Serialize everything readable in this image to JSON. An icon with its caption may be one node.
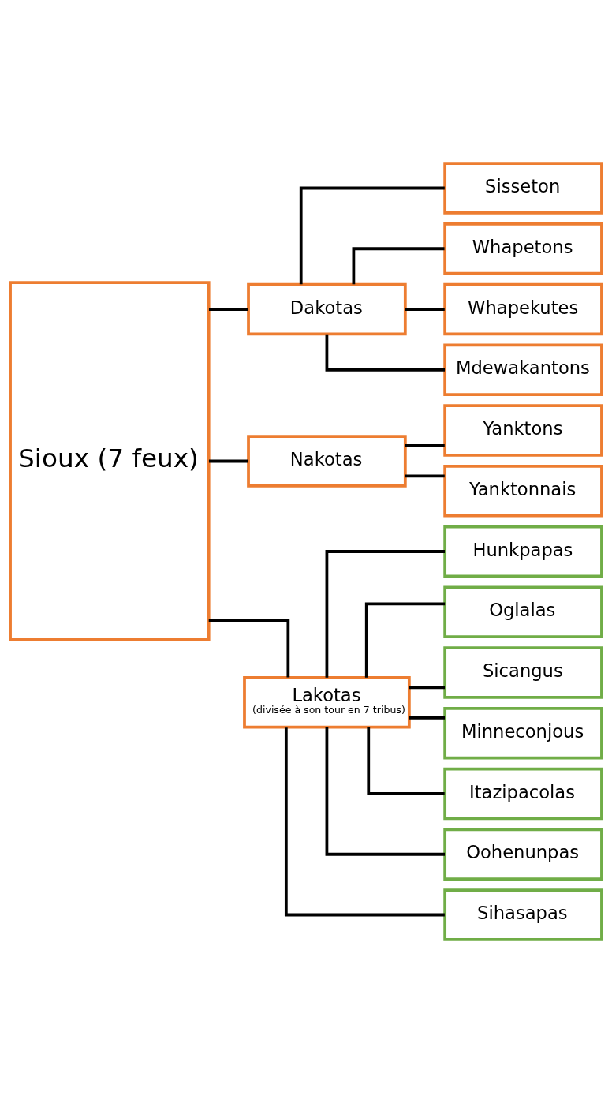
{
  "diagram": {
    "nodes": [
      {
        "text": [
          "Sioux (7 feux)"
        ]
      },
      {
        "text": [
          "Dakotas"
        ]
      },
      {
        "text": [
          "Nakotas"
        ]
      },
      {
        "text": [
          "Lakotas",
          "(divisée à son tour en 7 tribus)"
        ]
      },
      {
        "text": [
          "Sisseton"
        ]
      },
      {
        "text": [
          "Whapetons"
        ]
      },
      {
        "text": [
          "Whapekutes"
        ]
      },
      {
        "text": [
          "Mdewakantons"
        ]
      },
      {
        "text": [
          "Yanktons"
        ]
      },
      {
        "text": [
          "Yanktonnais"
        ]
      },
      {
        "text": [
          "Hunkpapas"
        ]
      },
      {
        "text": [
          "Oglalas"
        ]
      },
      {
        "text": [
          "Sicangus"
        ]
      },
      {
        "text": [
          "Minneconjous"
        ]
      },
      {
        "text": [
          "Itazipacolas"
        ]
      },
      {
        "text": [
          "Oohenunpas"
        ]
      },
      {
        "text": [
          "Sihasapas"
        ]
      }
    ],
    "edges": [
      {
        "from": 0,
        "to": 1,
        "arrow": "none"
      },
      {
        "from": 0,
        "to": 2,
        "arrow": "none"
      },
      {
        "from": 0,
        "to": 3,
        "arrow": "none"
      },
      {
        "from": 1,
        "to": 4,
        "arrow": "none"
      },
      {
        "from": 1,
        "to": 5,
        "arrow": "none"
      },
      {
        "from": 1,
        "to": 6,
        "arrow": "none"
      },
      {
        "from": 1,
        "to": 7,
        "arrow": "none"
      },
      {
        "from": 2,
        "to": 8,
        "arrow": "none"
      },
      {
        "from": 2,
        "to": 9,
        "arrow": "none"
      },
      {
        "from": 3,
        "to": 10,
        "arrow": "none"
      },
      {
        "from": 3,
        "to": 11,
        "arrow": "none"
      },
      {
        "from": 3,
        "to": 12,
        "arrow": "none"
      },
      {
        "from": 3,
        "to": 13,
        "arrow": "none"
      },
      {
        "from": 3,
        "to": 14,
        "arrow": "none"
      },
      {
        "from": 3,
        "to": 15,
        "arrow": "none"
      },
      {
        "from": 3,
        "to": 16,
        "arrow": "none"
      }
    ]
  }
}
